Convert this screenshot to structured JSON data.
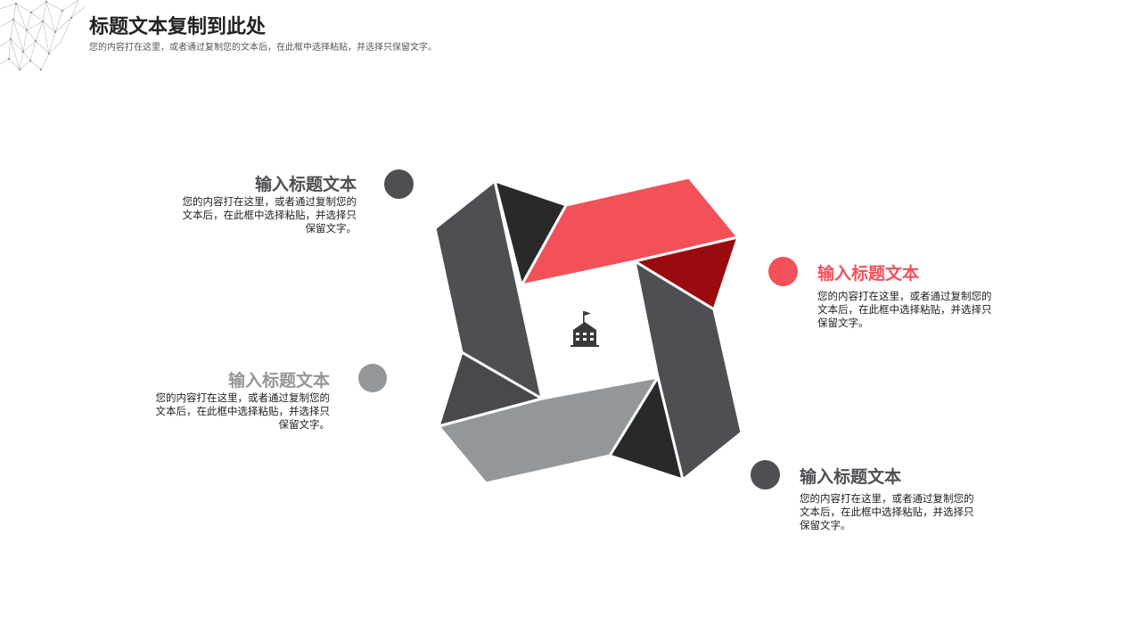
{
  "header": {
    "title": "标题文本复制到此处",
    "subtitle": "您的内容打在这里，或者通过复制您的文本后，在此框中选择粘贴，并选择只保留文字。"
  },
  "colors": {
    "accent_red": "#f2515a",
    "dark_red": "#9a0a0f",
    "dark_gray": "#4d4f52",
    "darker_gray": "#282a2a",
    "light_gray": "#94979a"
  },
  "center_icon": "building-icon",
  "items": [
    {
      "title": "输入标题文本",
      "desc": [
        "您的内容打在这里，或者通过复制您的",
        "文本后，在此框中选择粘贴，并选择只",
        "保留文字。"
      ],
      "color": "#4d4f52"
    },
    {
      "title": "输入标题文本",
      "desc": [
        "您的内容打在这里，或者通过复制您的",
        "文本后，在此框中选择粘贴，并选择只",
        "保留文字。"
      ],
      "color": "#f2515a"
    },
    {
      "title": "输入标题文本",
      "desc": [
        "您的内容打在这里，或者通过复制您的",
        "文本后，在此框中选择粘贴，并选择只",
        "保留文字。"
      ],
      "color": "#94979a"
    },
    {
      "title": "输入标题文本",
      "desc": [
        "您的内容打在这里，或者通过复制您的",
        "文本后，在此框中选择粘贴，并选择只",
        "保留文字。"
      ],
      "color": "#4d4f52"
    }
  ]
}
